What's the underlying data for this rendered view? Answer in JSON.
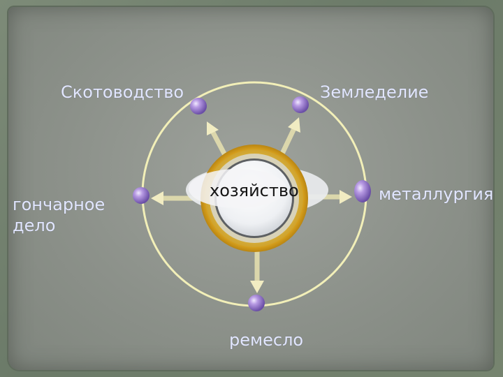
{
  "center": {
    "label": "хозяйство"
  },
  "branches": {
    "cattle": "Скотоводство",
    "farming": "Земледелие",
    "pottery": "гончарное дело",
    "metallurgy": "металлургия",
    "craft": "ремесло"
  },
  "colors": {
    "background": "#6f7e6c",
    "panel": "#959a93",
    "orbit": "#f2efb8",
    "arrow": "#e8e2b0",
    "node": "#9a7fc8",
    "ring_gold": "#e7b72e",
    "label_text": "#e2e7ff"
  }
}
